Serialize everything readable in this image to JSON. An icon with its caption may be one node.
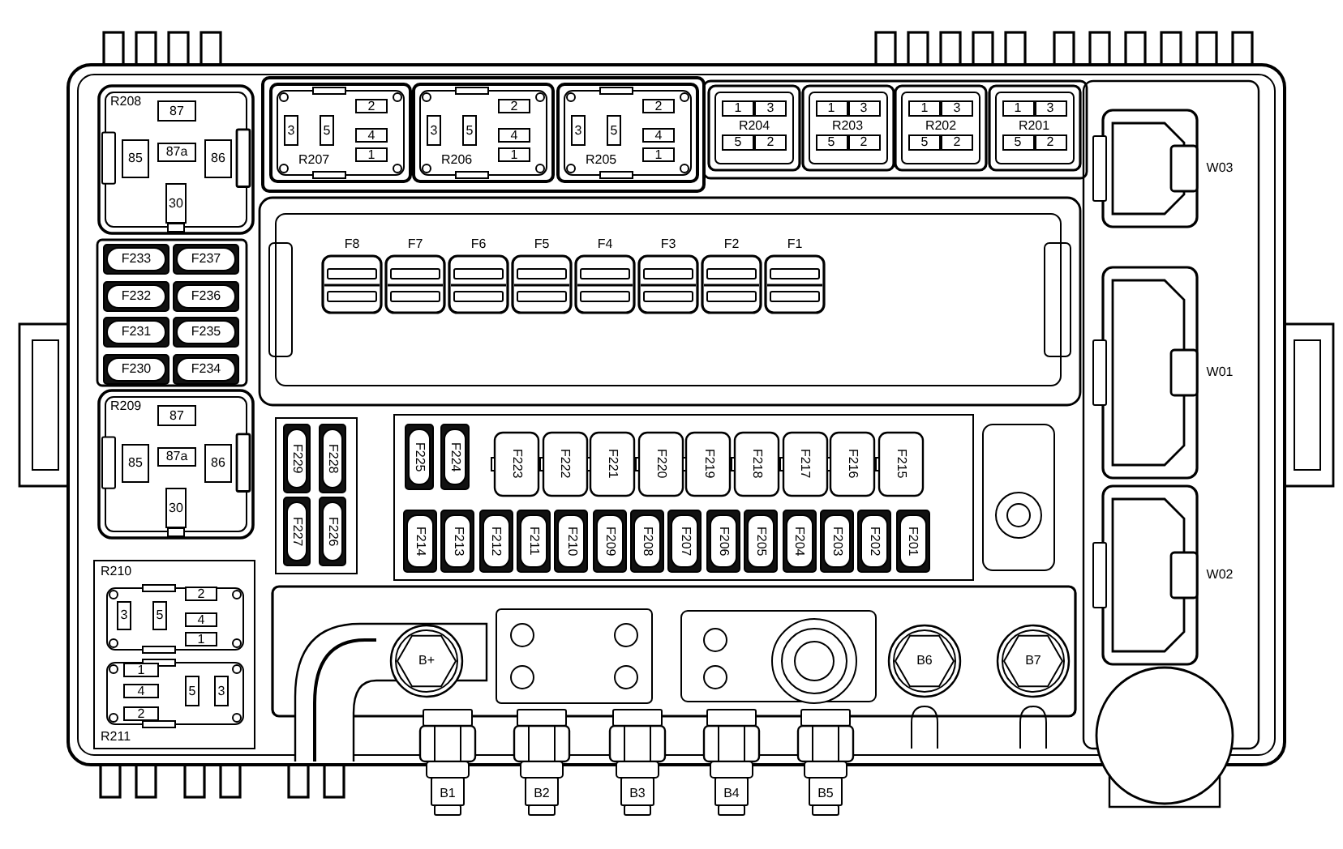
{
  "diagram": {
    "nodes": [
      {
        "text": [
          "R208",
          "87",
          "85",
          "87a",
          "86",
          "30"
        ]
      },
      {
        "text": [
          "2",
          "3",
          "5",
          "4",
          "1",
          "R207"
        ]
      },
      {
        "text": [
          "2",
          "3",
          "5",
          "4",
          "1",
          "R206"
        ]
      },
      {
        "text": [
          "2",
          "3",
          "5",
          "4",
          "1",
          "R205"
        ]
      },
      {
        "text": [
          "1",
          "3",
          "R204",
          "5",
          "2"
        ]
      },
      {
        "text": [
          "1",
          "3",
          "R203",
          "5",
          "2"
        ]
      },
      {
        "text": [
          "1",
          "3",
          "R202",
          "5",
          "2"
        ]
      },
      {
        "text": [
          "1",
          "3",
          "R201",
          "5",
          "2"
        ]
      },
      {
        "text": [
          "W03"
        ]
      },
      {
        "text": [
          "F8"
        ]
      },
      {
        "text": [
          "F7"
        ]
      },
      {
        "text": [
          "F6"
        ]
      },
      {
        "text": [
          "F5"
        ]
      },
      {
        "text": [
          "F4"
        ]
      },
      {
        "text": [
          "F3"
        ]
      },
      {
        "text": [
          "F2"
        ]
      },
      {
        "text": [
          "F1"
        ]
      },
      {
        "text": [
          "F233"
        ]
      },
      {
        "text": [
          "F237"
        ]
      },
      {
        "text": [
          "F232"
        ]
      },
      {
        "text": [
          "F236"
        ]
      },
      {
        "text": [
          "F231"
        ]
      },
      {
        "text": [
          "F235"
        ]
      },
      {
        "text": [
          "F230"
        ]
      },
      {
        "text": [
          "F234"
        ]
      },
      {
        "text": [
          "W01"
        ]
      },
      {
        "text": [
          "R209",
          "87",
          "85",
          "87a",
          "86",
          "30"
        ]
      },
      {
        "text": [
          "F229"
        ]
      },
      {
        "text": [
          "F228"
        ]
      },
      {
        "text": [
          "F227"
        ]
      },
      {
        "text": [
          "F226"
        ]
      },
      {
        "text": [
          "F225"
        ]
      },
      {
        "text": [
          "F224"
        ]
      },
      {
        "text": [
          "F223"
        ]
      },
      {
        "text": [
          "F222"
        ]
      },
      {
        "text": [
          "F221"
        ]
      },
      {
        "text": [
          "F220"
        ]
      },
      {
        "text": [
          "F219"
        ]
      },
      {
        "text": [
          "F218"
        ]
      },
      {
        "text": [
          "F217"
        ]
      },
      {
        "text": [
          "F216"
        ]
      },
      {
        "text": [
          "F215"
        ]
      },
      {
        "text": [
          "F214"
        ]
      },
      {
        "text": [
          "F213"
        ]
      },
      {
        "text": [
          "F212"
        ]
      },
      {
        "text": [
          "F211"
        ]
      },
      {
        "text": [
          "F210"
        ]
      },
      {
        "text": [
          "F209"
        ]
      },
      {
        "text": [
          "F208"
        ]
      },
      {
        "text": [
          "F207"
        ]
      },
      {
        "text": [
          "F206"
        ]
      },
      {
        "text": [
          "F205"
        ]
      },
      {
        "text": [
          "F204"
        ]
      },
      {
        "text": [
          "F203"
        ]
      },
      {
        "text": [
          "F202"
        ]
      },
      {
        "text": [
          "F201"
        ]
      },
      {
        "text": [
          "W02"
        ]
      },
      {
        "text": [
          "R210",
          "2",
          "3",
          "5",
          "4",
          "1"
        ]
      },
      {
        "text": [
          "1",
          "4",
          "5",
          "3",
          "2",
          "R211"
        ]
      },
      {
        "text": [
          "B+"
        ]
      },
      {
        "text": [
          "B6"
        ]
      },
      {
        "text": [
          "B7"
        ]
      },
      {
        "text": [
          "B1"
        ]
      },
      {
        "text": [
          "B2"
        ]
      },
      {
        "text": [
          "B3"
        ]
      },
      {
        "text": [
          "B4"
        ]
      },
      {
        "text": [
          "B5"
        ]
      }
    ]
  }
}
